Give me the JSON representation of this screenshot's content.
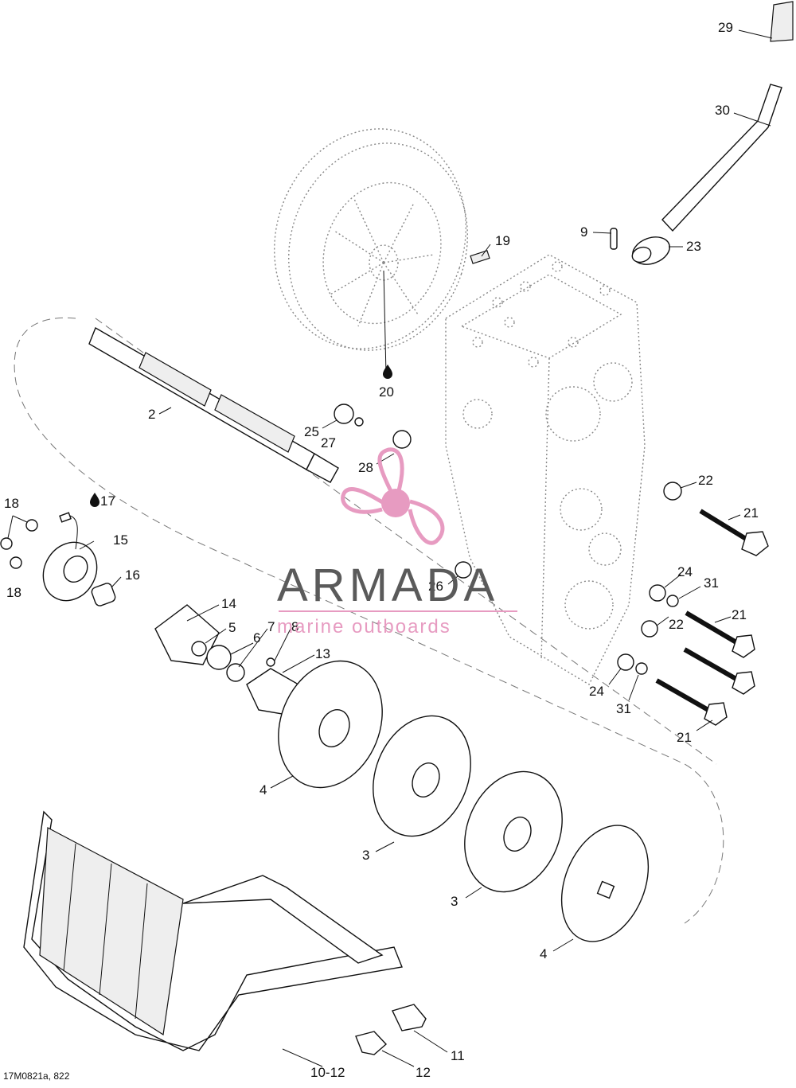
{
  "diagram": {
    "reference": "17M0821a, 822",
    "callouts": [
      {
        "id": "c29",
        "text": "29"
      },
      {
        "id": "c30",
        "text": "30"
      },
      {
        "id": "c9",
        "text": "9"
      },
      {
        "id": "c23",
        "text": "23"
      },
      {
        "id": "c19",
        "text": "19"
      },
      {
        "id": "c20",
        "text": "20"
      },
      {
        "id": "c2",
        "text": "2"
      },
      {
        "id": "c25",
        "text": "25"
      },
      {
        "id": "c27",
        "text": "27"
      },
      {
        "id": "c28",
        "text": "28"
      },
      {
        "id": "c22a",
        "text": "22"
      },
      {
        "id": "c21a",
        "text": "21"
      },
      {
        "id": "c18a",
        "text": "18"
      },
      {
        "id": "c17",
        "text": "17"
      },
      {
        "id": "c15",
        "text": "15"
      },
      {
        "id": "c16",
        "text": "16"
      },
      {
        "id": "c18b",
        "text": "18"
      },
      {
        "id": "c14",
        "text": "14"
      },
      {
        "id": "c5",
        "text": "5"
      },
      {
        "id": "c6",
        "text": "6"
      },
      {
        "id": "c7",
        "text": "7"
      },
      {
        "id": "c8",
        "text": "8"
      },
      {
        "id": "c13",
        "text": "13"
      },
      {
        "id": "c26",
        "text": "26"
      },
      {
        "id": "c24a",
        "text": "24"
      },
      {
        "id": "c31a",
        "text": "31"
      },
      {
        "id": "c21b",
        "text": "21"
      },
      {
        "id": "c22b",
        "text": "22"
      },
      {
        "id": "c24b",
        "text": "24"
      },
      {
        "id": "c31b",
        "text": "31"
      },
      {
        "id": "c21c",
        "text": "21"
      },
      {
        "id": "c4a",
        "text": "4"
      },
      {
        "id": "c3a",
        "text": "3"
      },
      {
        "id": "c3b",
        "text": "3"
      },
      {
        "id": "c4b",
        "text": "4"
      },
      {
        "id": "c11",
        "text": "11"
      },
      {
        "id": "c12",
        "text": "12"
      },
      {
        "id": "c1012",
        "text": "10-12"
      }
    ]
  },
  "watermark": {
    "brand": "ARMADA",
    "tagline": "marine outboards",
    "colors": {
      "accent": "#e79bc1",
      "text": "#5a5a5a"
    }
  },
  "icons": [
    "oil-drop-icon",
    "propeller-logo-icon"
  ]
}
